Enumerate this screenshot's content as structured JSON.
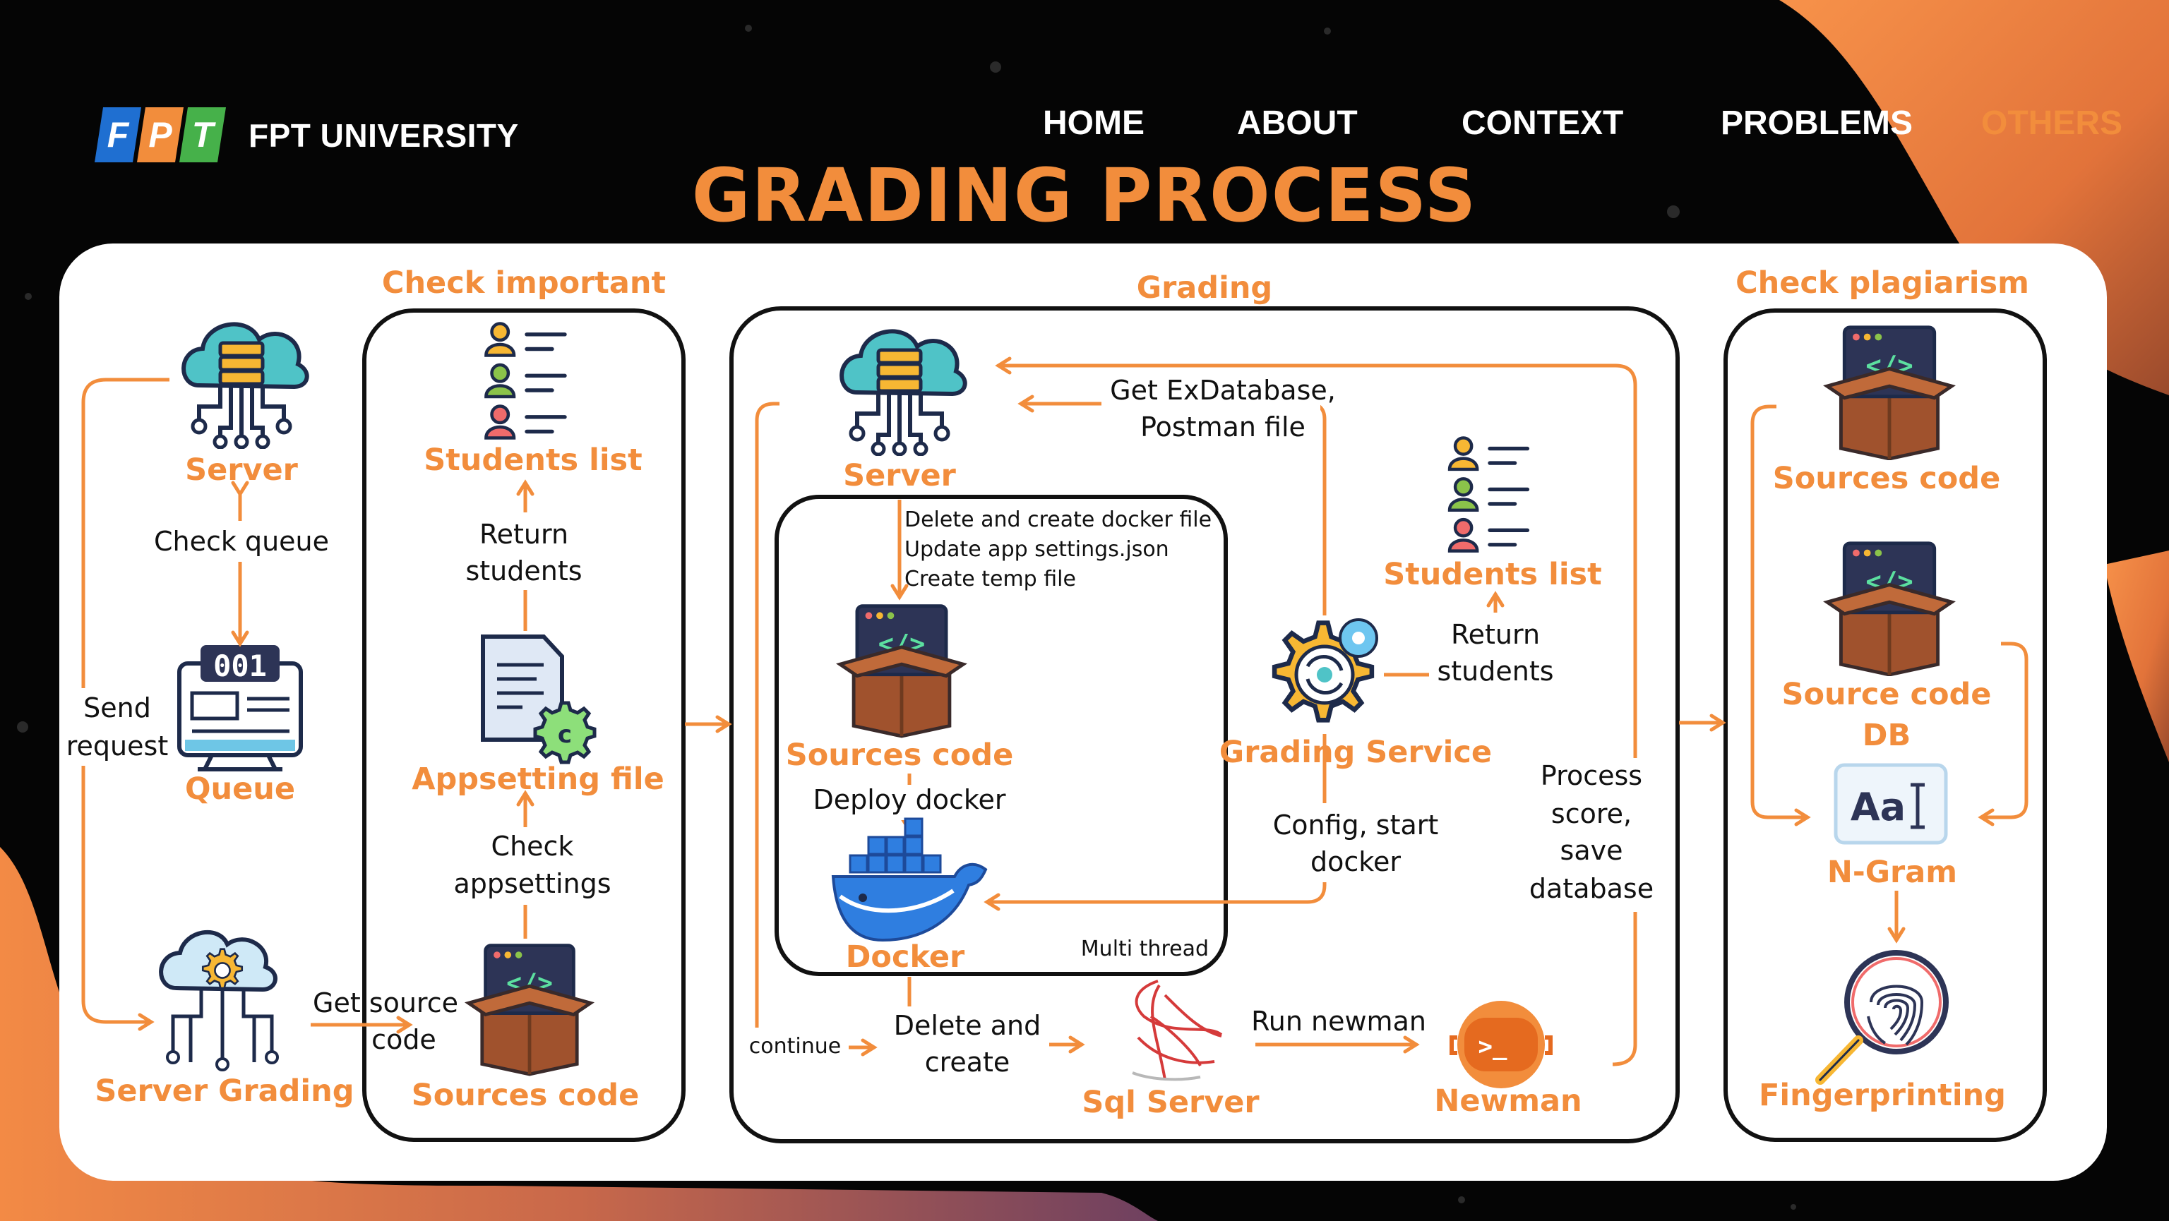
{
  "brand": {
    "name": "FPT UNIVERSITY",
    "logo_letters": [
      "F",
      "P",
      "T"
    ]
  },
  "nav": [
    {
      "label": "HOME",
      "active": false
    },
    {
      "label": "ABOUT",
      "active": false
    },
    {
      "label": "CONTEXT",
      "active": false
    },
    {
      "label": "PROBLEMS",
      "active": false
    },
    {
      "label": "OTHERS",
      "active": true
    }
  ],
  "title": "GRADING PROCESS",
  "colors": {
    "accent": "#f28d3c",
    "background": "#050505",
    "card": "#ffffff"
  },
  "sections": {
    "check_important": "Check important",
    "grading": "Grading",
    "check_plagiarism": "Check plagiarism"
  },
  "nodes": {
    "server": "Server",
    "queue": "Queue",
    "queue_counter": "001",
    "server_grading": "Server Grading",
    "students_list": "Students list",
    "appsetting_file": "Appsetting file",
    "sources_code_1": "Sources code",
    "grading_server": "Server",
    "grading_sources_code": "Sources code",
    "docker": "Docker",
    "grading_students_list": "Students list",
    "grading_service": "Grading Service",
    "sql_server": "Sql Server",
    "newman": "Newman",
    "plag_sources_code": "Sources code",
    "source_code_db_1": "Source code",
    "source_code_db_2": "DB",
    "ngram": "N-Gram",
    "ngram_glyph": "Aa",
    "fingerprinting": "Fingerprinting"
  },
  "edges": {
    "check_queue": "Check queue",
    "send_request_1": "Send",
    "send_request_2": "request",
    "get_source_1": "Get source",
    "get_source_2": "code",
    "return_students_1": "Return",
    "return_students_2": "students",
    "check_appsettings_1": "Check",
    "check_appsettings_2": "appsettings",
    "get_exdb_1": "Get ExDatabase,",
    "get_exdb_2": "Postman file",
    "docker_steps": [
      "Delete and create docker file",
      "Update app settings.json",
      "Create temp file"
    ],
    "deploy_docker": "Deploy docker",
    "gs_return_1": "Return",
    "gs_return_2": "students",
    "config_1": "Config, start",
    "config_2": "docker",
    "process_1": "Process",
    "process_2": "score,",
    "process_3": "save",
    "process_4": "database",
    "multi_thread": "Multi thread",
    "continue": "continue",
    "delete_create_1": "Delete and",
    "delete_create_2": "create",
    "run_newman": "Run newman"
  }
}
